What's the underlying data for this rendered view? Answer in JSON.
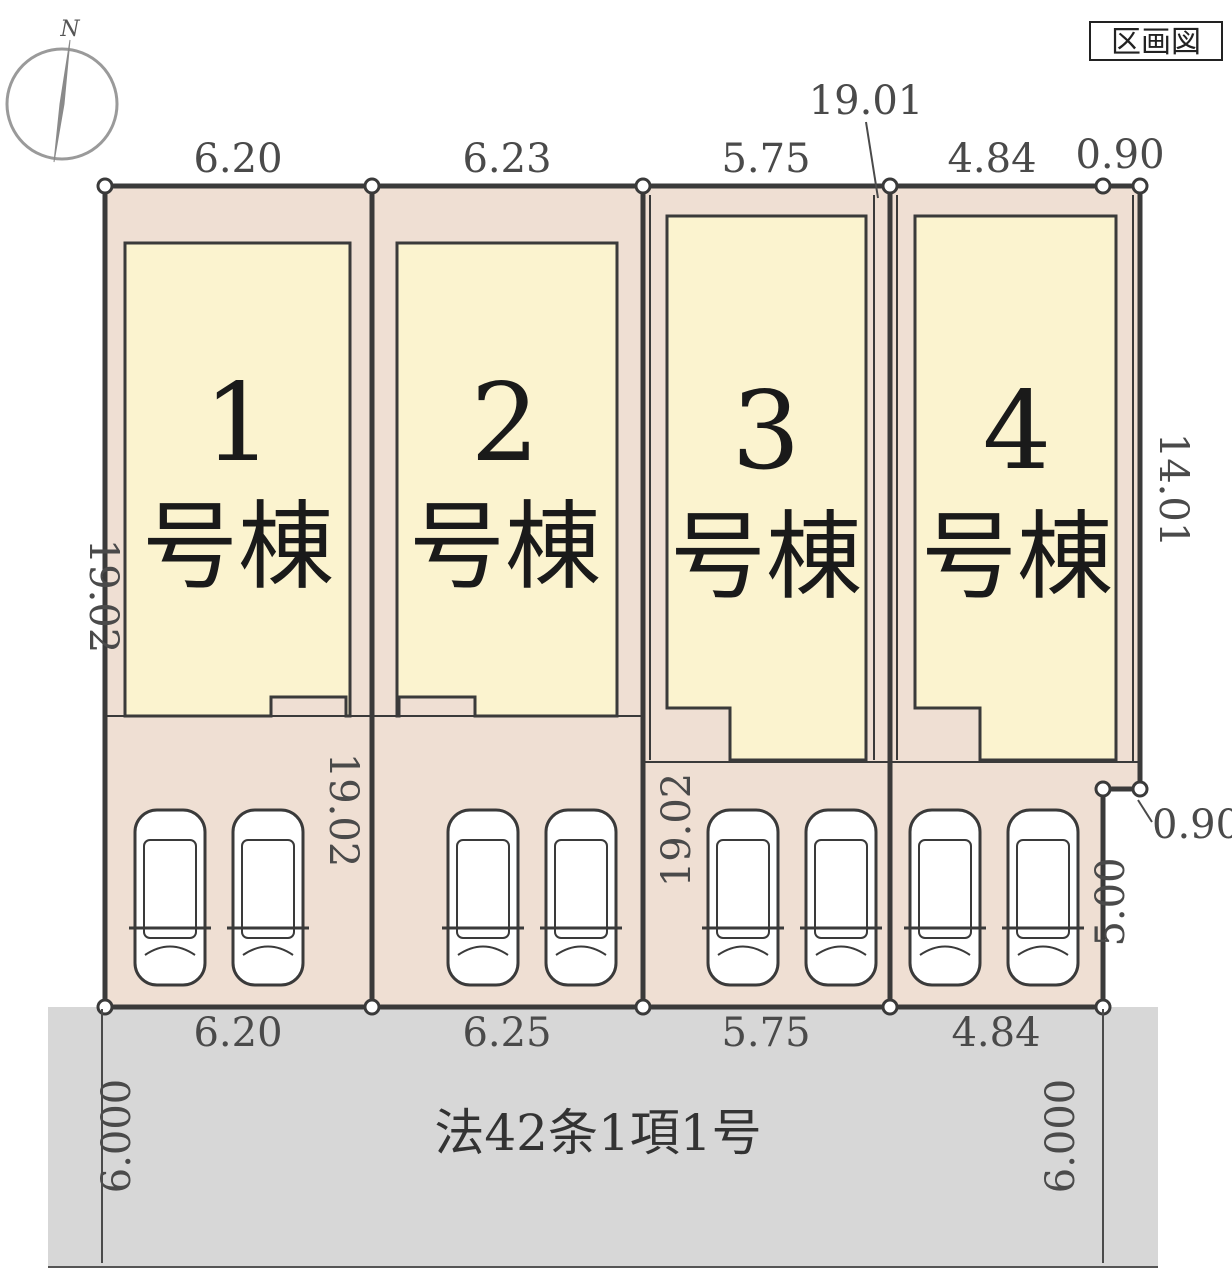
{
  "badge": "区画図",
  "north": "N",
  "road_label": "法42条1項1号",
  "road_width_left": "6.000",
  "road_width_right": "6.000",
  "lots": [
    {
      "number": "1",
      "suffix": "号棟",
      "top_width": "6.20",
      "bottom_width": "6.20",
      "depth": "19.02"
    },
    {
      "number": "2",
      "suffix": "号棟",
      "top_width": "6.23",
      "bottom_width": "6.25",
      "depth": "19.02"
    },
    {
      "number": "3",
      "suffix": "号棟",
      "top_width": "5.75",
      "bottom_width": "5.75",
      "depth": "19.02"
    },
    {
      "number": "4",
      "suffix": "号棟",
      "top_width": "4.84",
      "bottom_width": "4.84"
    }
  ],
  "extra_dims": {
    "lot3_corner": "19.01",
    "lot4_top_offset": "0.90",
    "lot4_side_offset": "0.90",
    "lot4_right_depth": "14.01",
    "lot4_lower_depth": "5.00"
  },
  "colors": {
    "lot_fill": "#efdfd3",
    "building_fill": "#fbf3cf",
    "road_fill": "#d7d7d7",
    "boundary": "#3a3a3a"
  }
}
